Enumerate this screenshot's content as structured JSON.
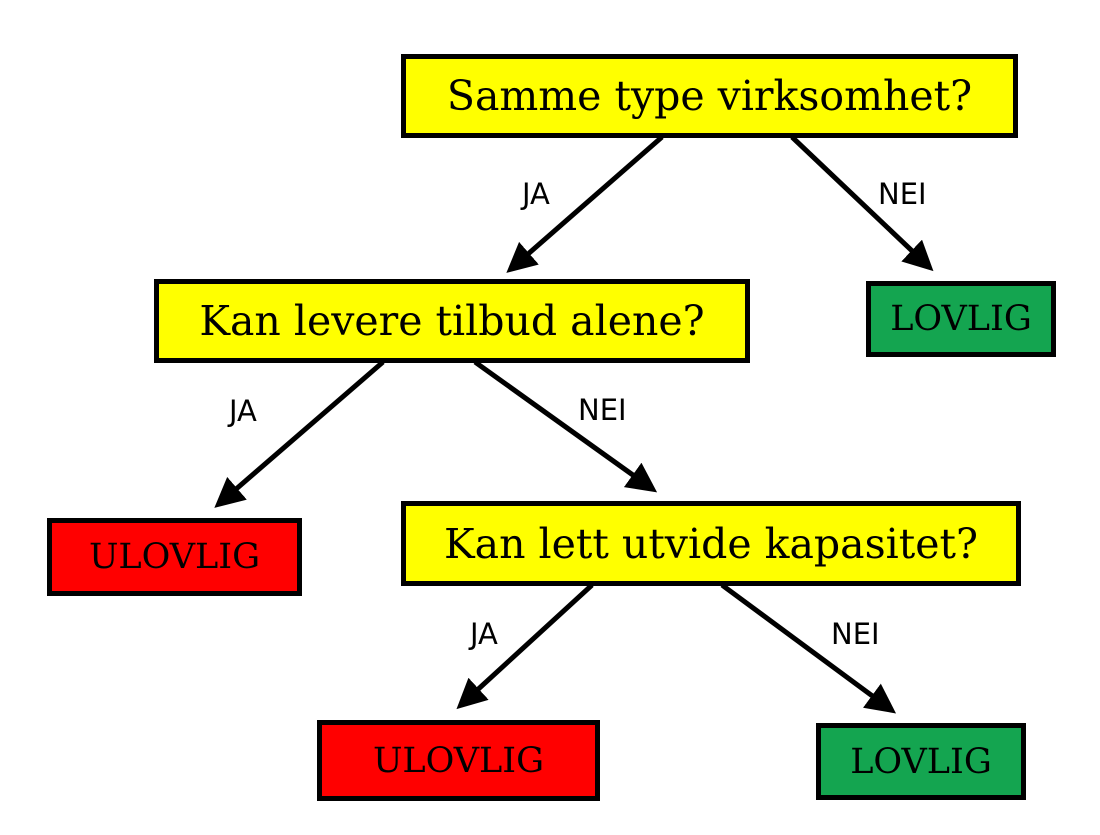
{
  "colors": {
    "question": "#ffff00",
    "legal": "#14a550",
    "illegal": "#ff0000",
    "stroke": "#000000"
  },
  "nodes": {
    "q1": {
      "text": "Samme type virksomhet?"
    },
    "q2": {
      "text": "Kan levere tilbud alene?"
    },
    "q3": {
      "text": "Kan lett utvide kapasitet?"
    },
    "o1": {
      "text": "LOVLIG"
    },
    "o2": {
      "text": "ULOVLIG"
    },
    "o3": {
      "text": "ULOVLIG"
    },
    "o4": {
      "text": "LOVLIG"
    }
  },
  "edges": [
    {
      "from": "q1",
      "to": "q2",
      "label": "JA"
    },
    {
      "from": "q1",
      "to": "o1",
      "label": "NEI"
    },
    {
      "from": "q2",
      "to": "o2",
      "label": "JA"
    },
    {
      "from": "q2",
      "to": "q3",
      "label": "NEI"
    },
    {
      "from": "q3",
      "to": "o3",
      "label": "JA"
    },
    {
      "from": "q3",
      "to": "o4",
      "label": "NEI"
    }
  ]
}
